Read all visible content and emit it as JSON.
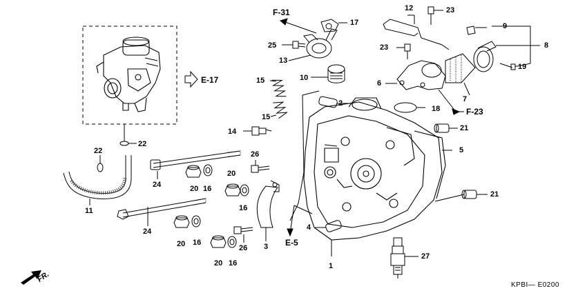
{
  "callouts": {
    "c1": "1",
    "c2": "2",
    "c3": "3",
    "c4": "4",
    "c5": "5",
    "c6": "6",
    "c7": "7",
    "c8": "8",
    "c9": "9",
    "c10": "10",
    "c11": "11",
    "c12": "12",
    "c13": "13",
    "c14": "14",
    "c15a": "15",
    "c15b": "15",
    "c16a": "16",
    "c16b": "16",
    "c16c": "16",
    "c16d": "16",
    "c17": "17",
    "c18": "18",
    "c19": "19",
    "c20a": "20",
    "c20b": "20",
    "c20c": "20",
    "c20d": "20",
    "c21a": "21",
    "c21b": "21",
    "c22a": "22",
    "c22b": "22",
    "c23a": "23",
    "c23b": "23",
    "c24a": "24",
    "c24b": "24",
    "c25": "25",
    "c26a": "26",
    "c26b": "26",
    "c27": "27"
  },
  "references": {
    "f31": "F-31",
    "f23": "F-23",
    "e17": "E-17",
    "e5": "E-5"
  },
  "direction_label": "FR.",
  "diagram_code": "KPBI— E0200"
}
